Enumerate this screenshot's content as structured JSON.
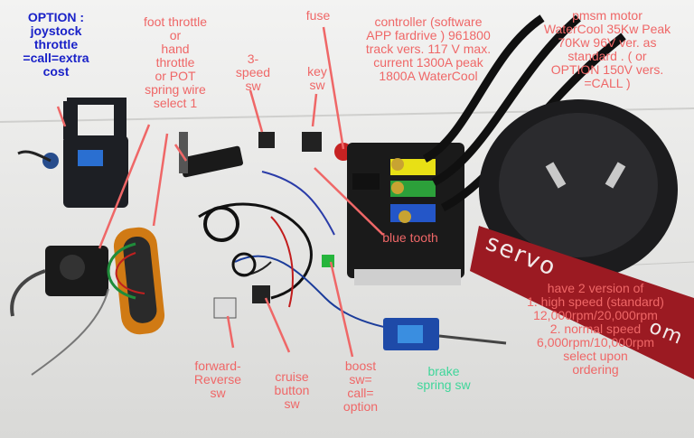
{
  "labels": {
    "option_joystick": "OPTION :\njoystock\nthrottle\n=call=extra\ncost",
    "foot_throttle": "foot throttle\nor\nhand\nthrottle\nor POT\nspring wire\nselect 1",
    "three_speed": "3-\nspeed\nsw",
    "fuse": "fuse",
    "key_sw": "key\nsw",
    "controller": "controller (software\nAPP fardrive ) 961800\ntrack vers. 117 V max.\ncurrent 1300A peak\n1800A WaterCool",
    "motor": "pmsm motor\nWaterCool 35Kw Peak\n70Kw 96V ver. as\nstandard . ( or\nOPTION 150V vers.\n=CALL )",
    "bluetooth": "blue tooth",
    "versions": "have 2 version of\n1. high speed (standard)\n12,000rpm/20,000rpm\n2. normal speed\n6,000rpm/10,000rpm\nselect upon\nordering",
    "forward_reverse": "forward-\nReverse\nsw",
    "cruise": "cruise\nbutton\nsw",
    "boost": "boost\nsw=\ncall=\noption",
    "brake": "brake\nspring sw"
  },
  "watermark": "servo",
  "watermark_tail": "om",
  "colors": {
    "annotation_red": "#ef6767",
    "annotation_blue": "#1a22c8",
    "annotation_green": "#3fd69a",
    "banner": "#9b1a22"
  }
}
